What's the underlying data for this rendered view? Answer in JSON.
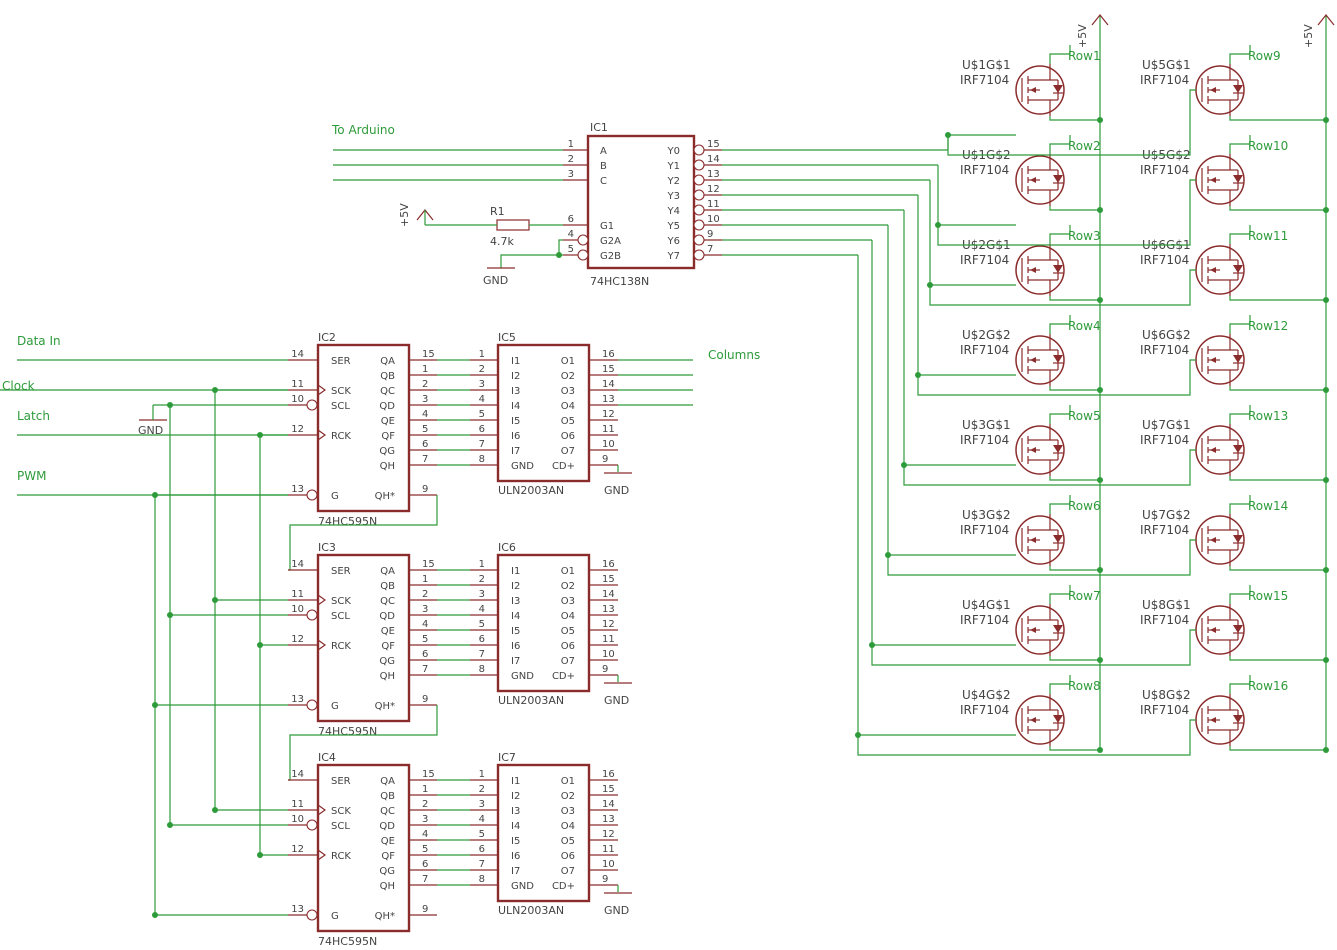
{
  "colors": {
    "wire": "#2e9b3a",
    "part": "#8b2c2c",
    "text": "#444444",
    "background": "#ffffff"
  },
  "power": {
    "vcc": "+5V",
    "gnd": "GND"
  },
  "labels": {
    "to_arduino": "To Arduino",
    "data_in": "Data In",
    "clock": "Clock",
    "latch": "Latch",
    "pwm": "PWM",
    "columns": "Columns"
  },
  "decoder": {
    "name": "IC1",
    "part": "74HC138N",
    "inputs": [
      {
        "pin": "1",
        "name": "A"
      },
      {
        "pin": "2",
        "name": "B"
      },
      {
        "pin": "3",
        "name": "C"
      },
      {
        "pin": "6",
        "name": "G1"
      },
      {
        "pin": "4",
        "name": "G2A"
      },
      {
        "pin": "5",
        "name": "G2B"
      }
    ],
    "outputs": [
      {
        "pin": "15",
        "name": "Y0"
      },
      {
        "pin": "14",
        "name": "Y1"
      },
      {
        "pin": "13",
        "name": "Y2"
      },
      {
        "pin": "12",
        "name": "Y3"
      },
      {
        "pin": "11",
        "name": "Y4"
      },
      {
        "pin": "10",
        "name": "Y5"
      },
      {
        "pin": "9",
        "name": "Y6"
      },
      {
        "pin": "7",
        "name": "Y7"
      }
    ]
  },
  "resistor": {
    "name": "R1",
    "value": "4.7k"
  },
  "shift_registers": [
    {
      "name": "IC2",
      "part": "74HC595N"
    },
    {
      "name": "IC3",
      "part": "74HC595N"
    },
    {
      "name": "IC4",
      "part": "74HC595N"
    }
  ],
  "sr_left_pins": [
    {
      "pin": "14",
      "name": "SER"
    },
    {
      "pin": "11",
      "name": "SCK"
    },
    {
      "pin": "10",
      "name": "SCL"
    },
    {
      "pin": "12",
      "name": "RCK"
    },
    {
      "pin": "13",
      "name": "G"
    }
  ],
  "sr_right_pins": [
    {
      "pin": "15",
      "name": "QA"
    },
    {
      "pin": "1",
      "name": "QB"
    },
    {
      "pin": "2",
      "name": "QC"
    },
    {
      "pin": "3",
      "name": "QD"
    },
    {
      "pin": "4",
      "name": "QE"
    },
    {
      "pin": "5",
      "name": "QF"
    },
    {
      "pin": "6",
      "name": "QG"
    },
    {
      "pin": "7",
      "name": "QH"
    }
  ],
  "sr_qh_star": {
    "pin": "9",
    "name": "QH*"
  },
  "drivers": [
    {
      "name": "IC5",
      "part": "ULN2003AN"
    },
    {
      "name": "IC6",
      "part": "ULN2003AN"
    },
    {
      "name": "IC7",
      "part": "ULN2003AN"
    }
  ],
  "uln_inputs": [
    {
      "pin": "1",
      "name": "I1"
    },
    {
      "pin": "2",
      "name": "I2"
    },
    {
      "pin": "3",
      "name": "I3"
    },
    {
      "pin": "4",
      "name": "I4"
    },
    {
      "pin": "5",
      "name": "I5"
    },
    {
      "pin": "6",
      "name": "I6"
    },
    {
      "pin": "7",
      "name": "I7"
    },
    {
      "pin": "8",
      "name": "GND"
    }
  ],
  "uln_outputs": [
    {
      "pin": "16",
      "name": "O1"
    },
    {
      "pin": "15",
      "name": "O2"
    },
    {
      "pin": "14",
      "name": "O3"
    },
    {
      "pin": "13",
      "name": "O4"
    },
    {
      "pin": "12",
      "name": "O5"
    },
    {
      "pin": "11",
      "name": "O6"
    },
    {
      "pin": "10",
      "name": "O7"
    },
    {
      "pin": "9",
      "name": "CD+"
    }
  ],
  "mosfets": [
    {
      "ref": "U$1G$1",
      "part": "IRF7104",
      "row": "Row1"
    },
    {
      "ref": "U$1G$2",
      "part": "IRF7104",
      "row": "Row2"
    },
    {
      "ref": "U$2G$1",
      "part": "IRF7104",
      "row": "Row3"
    },
    {
      "ref": "U$2G$2",
      "part": "IRF7104",
      "row": "Row4"
    },
    {
      "ref": "U$3G$1",
      "part": "IRF7104",
      "row": "Row5"
    },
    {
      "ref": "U$3G$2",
      "part": "IRF7104",
      "row": "Row6"
    },
    {
      "ref": "U$4G$1",
      "part": "IRF7104",
      "row": "Row7"
    },
    {
      "ref": "U$4G$2",
      "part": "IRF7104",
      "row": "Row8"
    },
    {
      "ref": "U$5G$1",
      "part": "IRF7104",
      "row": "Row9"
    },
    {
      "ref": "U$5G$2",
      "part": "IRF7104",
      "row": "Row10"
    },
    {
      "ref": "U$6G$1",
      "part": "IRF7104",
      "row": "Row11"
    },
    {
      "ref": "U$6G$2",
      "part": "IRF7104",
      "row": "Row12"
    },
    {
      "ref": "U$7G$1",
      "part": "IRF7104",
      "row": "Row13"
    },
    {
      "ref": "U$7G$2",
      "part": "IRF7104",
      "row": "Row14"
    },
    {
      "ref": "U$8G$1",
      "part": "IRF7104",
      "row": "Row15"
    },
    {
      "ref": "U$8G$2",
      "part": "IRF7104",
      "row": "Row16"
    }
  ]
}
